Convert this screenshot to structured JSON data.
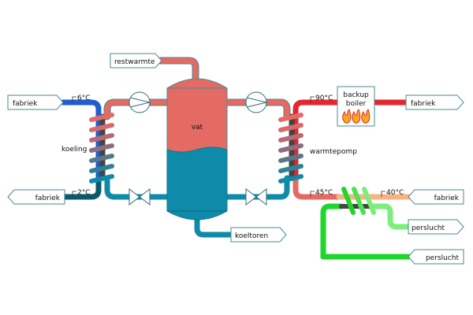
{
  "title": "Heat pump system diagram",
  "colors": {
    "hot": "#e46a64",
    "hot_bright": "#e42630",
    "cold": "#0f8aa8",
    "cold_dark": "#0b5a6a",
    "blue": "#1d5fd0",
    "orange": "#f6b483",
    "green_bright": "#1ed62c",
    "green_light": "#7bee7b",
    "label_border": "#4a8a90"
  },
  "vessel": {
    "label": "vat"
  },
  "ports": {
    "restwarmte": "restwarmte",
    "koeltoren": "koeltoren",
    "fabriek_in_left": "fabriek",
    "fabriek_out_left": "fabriek",
    "fabriek_out_right": "fabriek",
    "fabriek_in_right": "fabriek",
    "perslucht_1": "perslucht",
    "perslucht_2": "perslucht"
  },
  "exchangers": {
    "left": "koeling",
    "right": "warmtepomp"
  },
  "boiler": {
    "line1": "backup",
    "line2": "boiler"
  },
  "temperatures": {
    "left_top": "6°C",
    "left_bottom": "2°C",
    "right_top": "90°C",
    "right_bottom": "45°C",
    "right_return": "40°C"
  }
}
